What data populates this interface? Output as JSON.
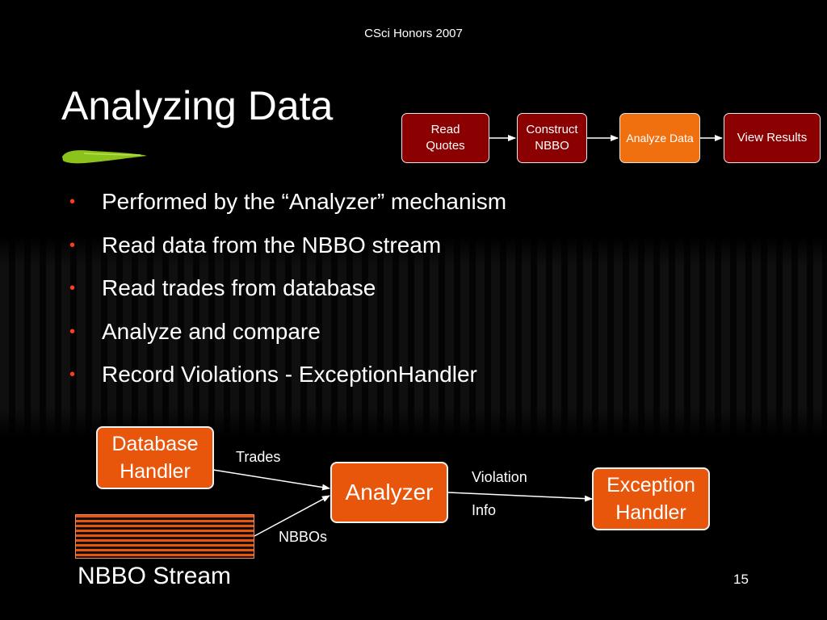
{
  "header": "CSci Honors 2007",
  "title": "Analyzing Data",
  "flow": [
    {
      "label": "Read\nQuotes",
      "style": "dark"
    },
    {
      "label": "Construct\nNBBO",
      "style": "dark"
    },
    {
      "label": "Analyze Data",
      "style": "highlight"
    },
    {
      "label": "View Results",
      "style": "dark"
    }
  ],
  "bullets": [
    "Performed by the “Analyzer” mechanism",
    "Read data from the NBBO stream",
    "Read trades from database",
    "Analyze and compare",
    "Record Violations - ExceptionHandler"
  ],
  "diagram": {
    "database_handler": "Database\nHandler",
    "analyzer": "Analyzer",
    "exception_handler": "Exception\nHandler",
    "nbbo_stream": "NBBO Stream",
    "edge_trades": "Trades",
    "edge_nbbos": "NBBOs",
    "edge_violation_1": "Violation",
    "edge_violation_2": "Info"
  },
  "page_number": "15",
  "colors": {
    "background": "#000000",
    "dark_box": "#8b0000",
    "orange": "#e8560c",
    "highlight": "#f07010",
    "bullet": "#ff3c1e",
    "swash": "#8cc21c"
  }
}
